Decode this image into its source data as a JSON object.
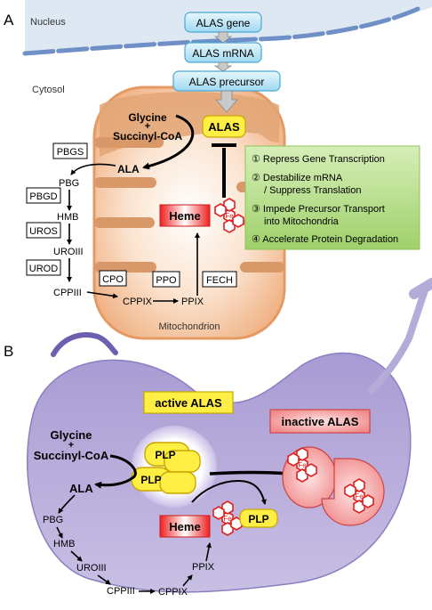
{
  "panel_a": {
    "label": "A",
    "nucleus": "Nucleus",
    "cytosol": "Cytosol",
    "mitochondrion": "Mitochondrion",
    "alas_gene": "ALAS gene",
    "alas_mrna": "ALAS mRNA",
    "alas_precursor": "ALAS precursor",
    "alas": "ALAS",
    "glycine": "Glycine",
    "plus": "+",
    "succinyl": "Succinyl-CoA",
    "ala": "ALA",
    "heme": "Heme",
    "fe": "Fe",
    "enzymes": {
      "pbgs": "PBGS",
      "pbgd": "PBGD",
      "uros": "UROS",
      "urod": "UROD",
      "cpo": "CPO",
      "ppo": "PPO",
      "fech": "FECH"
    },
    "intermediates": {
      "pbg": "PBG",
      "hmb": "HMB",
      "uroiii": "UROIII",
      "cppiii": "CPPIII",
      "cppix": "CPPIX",
      "ppix": "PPIX"
    },
    "mechanisms": {
      "m1": "① Repress Gene Transcription",
      "m2a": "② Destabilize mRNA",
      "m2b": "/ Suppress Translation",
      "m3a": "③ Impede Precursor Transport",
      "m3b": "into Mitochondria",
      "m4": "④ Accelerate Protein Degradation"
    }
  },
  "panel_b": {
    "label": "B",
    "active_alas": "active ALAS",
    "inactive_alas": "inactive ALAS",
    "glycine": "Glycine",
    "plus": "+",
    "succinyl": "Succinyl-CoA",
    "ala": "ALA",
    "plp": "PLP",
    "heme": "Heme",
    "fe": "Fe",
    "intermediates": {
      "pbg": "PBG",
      "hmb": "HMB",
      "uroiii": "UROIII",
      "cppiii": "CPPIII",
      "cppix": "CPPIX",
      "ppix": "PPIX"
    }
  },
  "colors": {
    "nucleus_fill": "#dde8f3",
    "gene_box": "#bfe6f7",
    "gene_border": "#4aa8d2",
    "mito_fill": "#f4c09a",
    "alas_yellow": "#ffee44",
    "heme_red": "#ee2222",
    "mech_green": "#b7df84",
    "cell_purple": "#b9aedb"
  }
}
